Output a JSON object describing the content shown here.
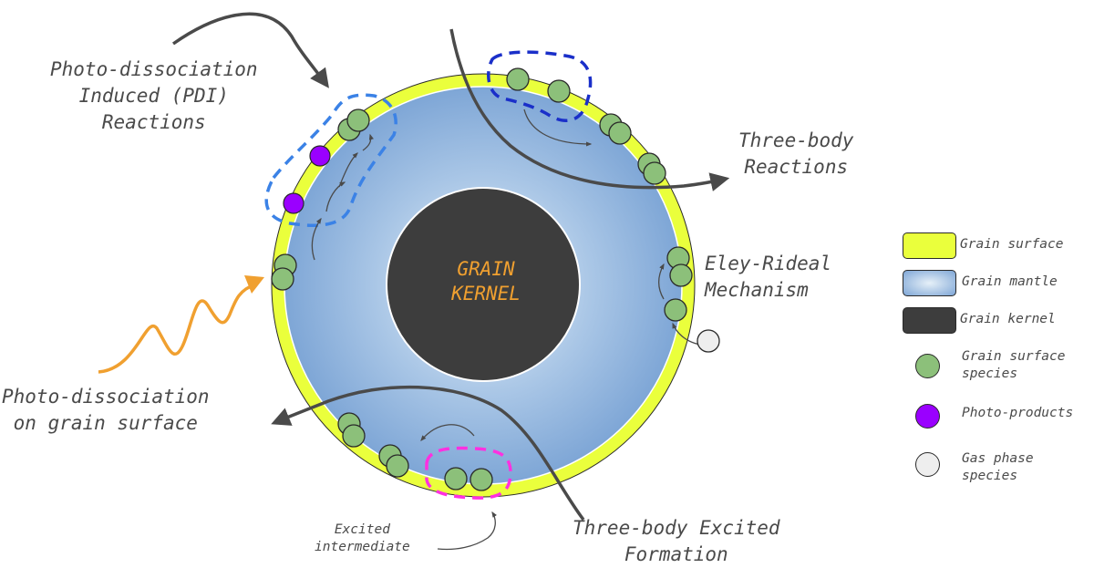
{
  "kernel": {
    "line1": "GRAIN",
    "line2": "KERNEL"
  },
  "labels": {
    "pdi": {
      "line1": "Photo-dissociation",
      "line2": "Induced (PDI)",
      "line3": "Reactions"
    },
    "three_body": {
      "line1": "Three-body",
      "line2": "Reactions"
    },
    "eley_rideal": {
      "line1": "Eley-Rideal",
      "line2": "Mechanism"
    },
    "photo_surface": {
      "line1": "Photo-dissociation",
      "line2": "on grain surface"
    },
    "excited": {
      "line1": "Excited",
      "line2": "intermediate"
    },
    "three_body_excited": {
      "line1": "Three-body Excited",
      "line2": "Formation"
    }
  },
  "legend": [
    {
      "label": "Grain surface",
      "icon": "yellow-rounded-rect",
      "color": "#eaff3c"
    },
    {
      "label": "Grain mantle",
      "icon": "blue-gradient-rect",
      "color": "#8fb6de"
    },
    {
      "label": "Grain kernel",
      "icon": "dark-rounded-rect",
      "color": "#3d3d3d"
    },
    {
      "label": "Grain surface species",
      "icon": "green-circle",
      "color": "#8cc07a"
    },
    {
      "label": "Photo-products",
      "icon": "purple-circle",
      "color": "#9a00ff"
    },
    {
      "label": "Gas phase species",
      "icon": "white-circle",
      "color": "#eeeeee"
    }
  ],
  "colors": {
    "surface": "#eaff3c",
    "mantle_center": "#d8e8f4",
    "mantle_edge": "#7ea6d6",
    "kernel": "#3d3d3d",
    "species": "#8cc07a",
    "photo_product": "#9a00ff",
    "gas_phase": "#eeeeee",
    "pdi_box": "#3b82e6",
    "three_body_box": "#1a2fc9",
    "excited_box": "#ff30e0",
    "photon": "#f0a030",
    "arrow": "#4a4a4a"
  }
}
